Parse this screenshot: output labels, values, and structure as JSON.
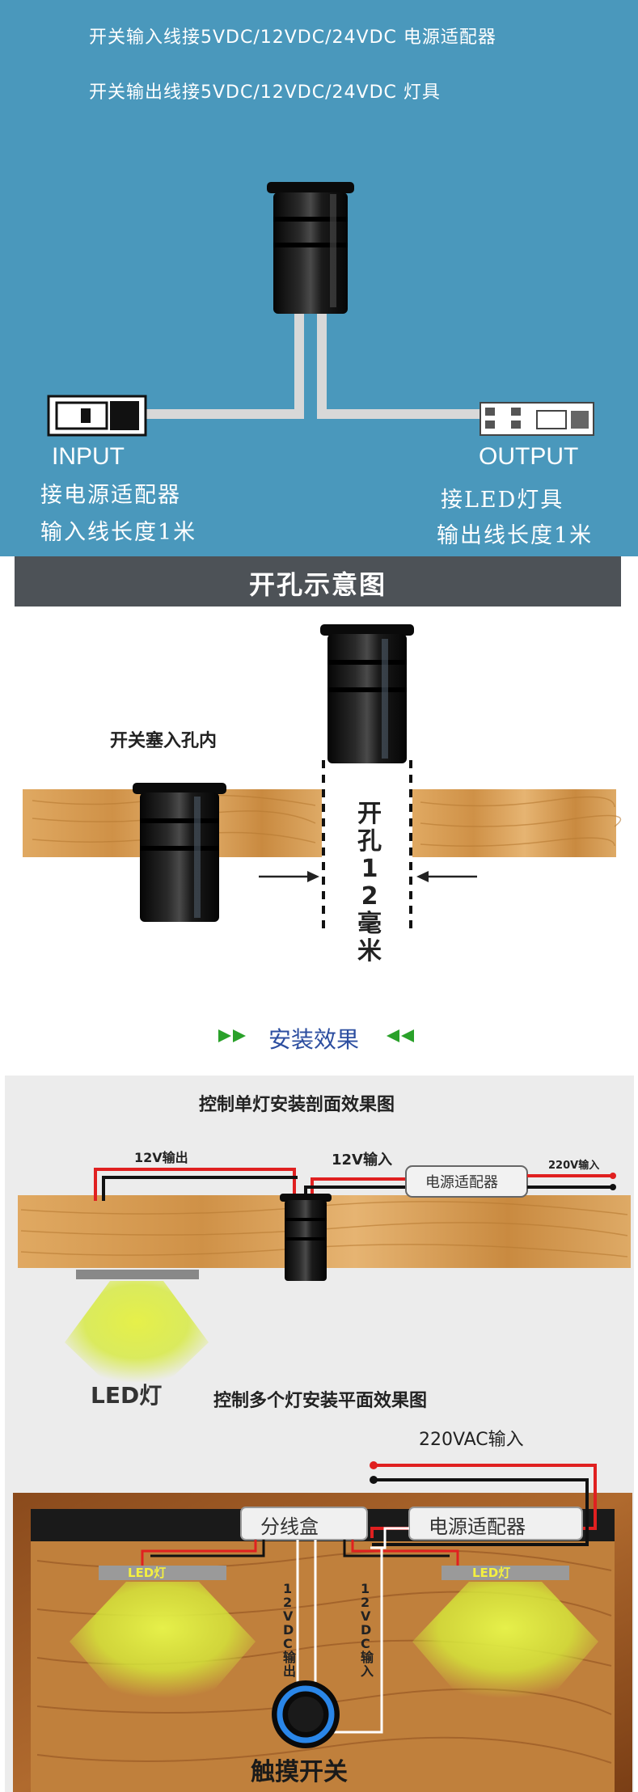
{
  "wiring": {
    "note_input": "开关输入线接5VDC/12VDC/24VDC 电源适配器",
    "note_output": "开关输出线接5VDC/12VDC/24VDC 灯具",
    "input_label": "INPUT",
    "input_desc_1": "接电源适配器",
    "input_desc_2": "输入线长度1米",
    "output_label": "OUTPUT",
    "output_desc_1": "接LED灯具",
    "output_desc_2": "输出线长度1米"
  },
  "hole": {
    "header_title": "开孔示意图",
    "insert_label": "开关塞入孔内",
    "hole_size_label": "开孔12毫米"
  },
  "install": {
    "title": "安装效果"
  },
  "section_view": {
    "title": "控制单灯安装剖面效果图",
    "out_12v": "12V输出",
    "in_12v": "12V输入",
    "adapter": "电源适配器",
    "in_220v": "220V输入",
    "led_label": "LED灯"
  },
  "plan_view": {
    "title": "控制多个灯安装平面效果图",
    "in_220vac": "220VAC输入",
    "junction_box": "分线盒",
    "adapter": "电源适配器",
    "led_left": "LED灯",
    "led_right": "LED灯",
    "out_12vdc": "12VDC输出",
    "in_12vdc": "12VDC输入",
    "switch_label": "触摸开关"
  },
  "colors": {
    "panel_blue": "#4a98bc",
    "header_gray": "#4d5257",
    "wood": "#d9a05a",
    "install_title": "#2c4ea0",
    "arrow_green": "#2aa12a",
    "wire_red": "#e02020",
    "led_glow": "#d6ea3a",
    "switch_ring": "#2a86e8"
  }
}
